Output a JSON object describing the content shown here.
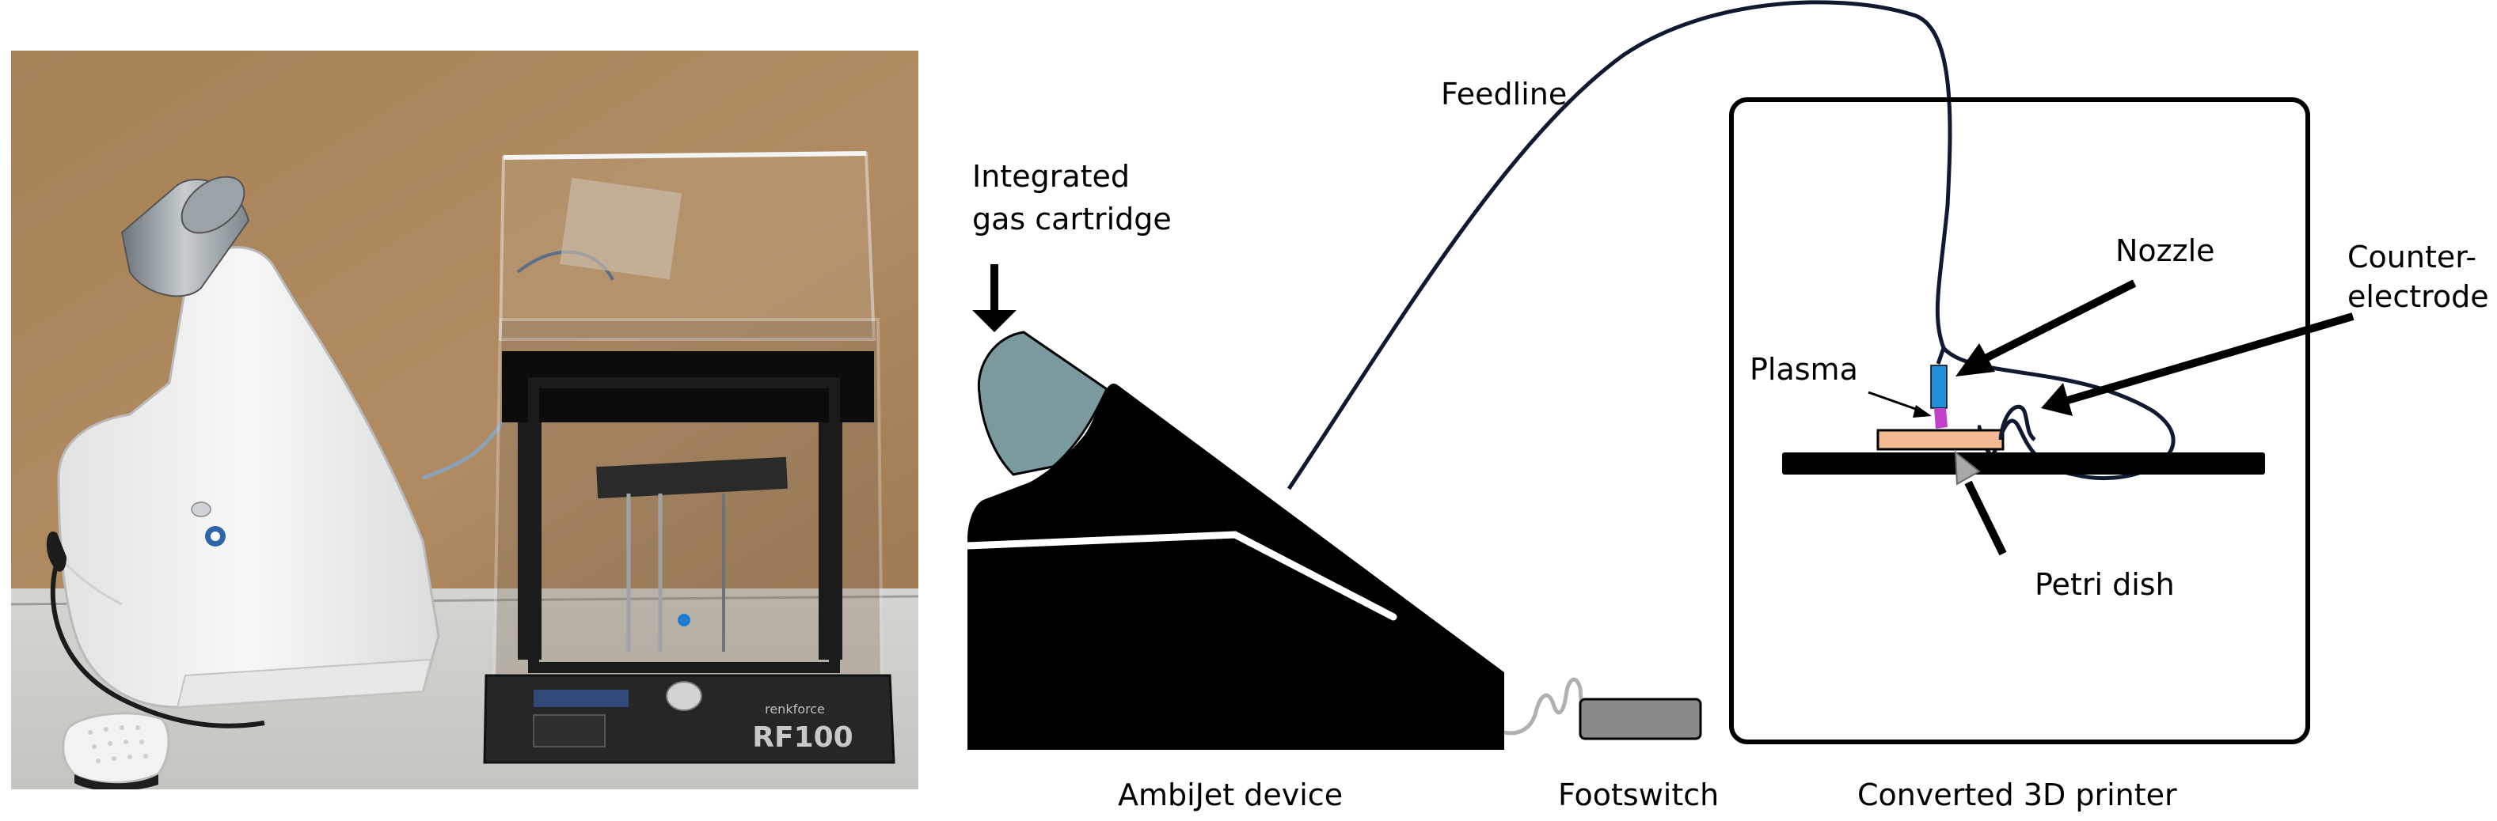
{
  "colors": {
    "device_black": "#000000",
    "cartridge": "#7a9aa0",
    "nozzle": "#1e8fd8",
    "plasma": "#c040c8",
    "petri": "#f4b892",
    "footswitch": "#8a8a8a",
    "frame": "#000000"
  },
  "labels": {
    "feedline": "Feedline",
    "gas_cartridge_line1": "Integrated",
    "gas_cartridge_line2": "gas cartridge",
    "nozzle": "Nozzle",
    "counter_electrode_line1": "Counter-",
    "counter_electrode_line2": "electrode",
    "plasma": "Plasma",
    "petri_dish": "Petri dish",
    "ambijet_device": "AmbiJet device",
    "footswitch": "Footswitch",
    "converted_printer": "Converted 3D printer"
  },
  "photo": {
    "printer_model": "RF100",
    "printer_brand": "renkforce"
  }
}
